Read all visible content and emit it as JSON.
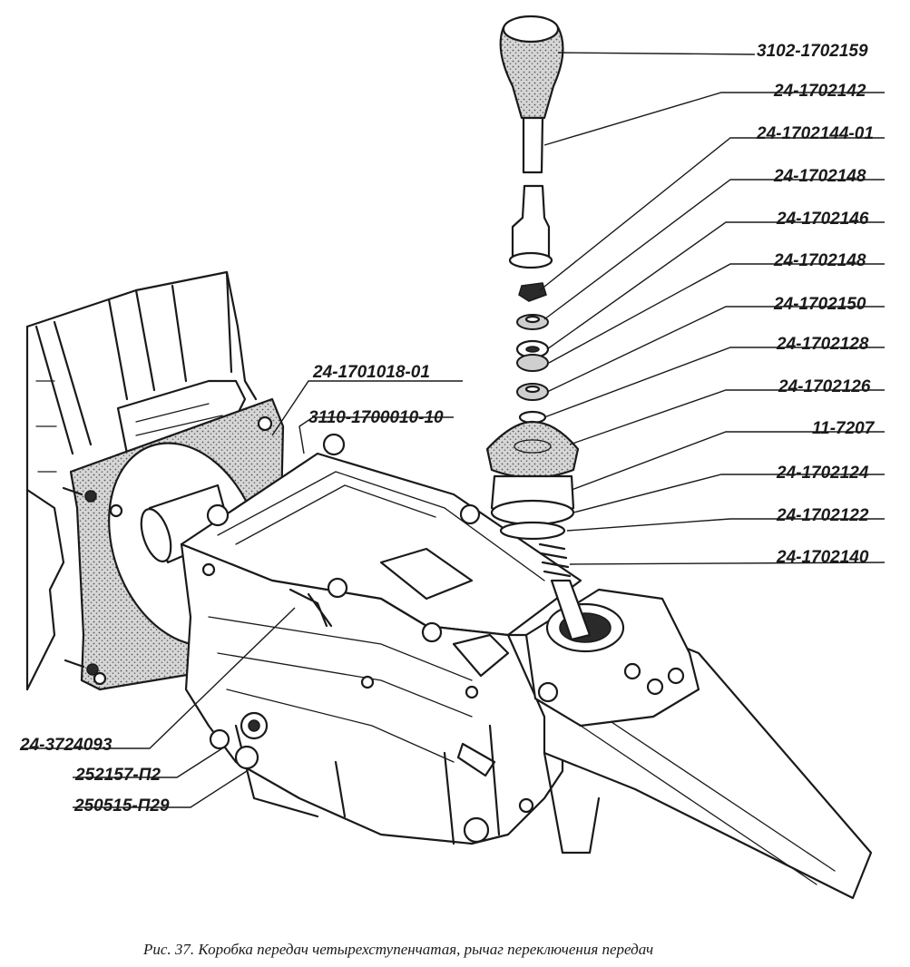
{
  "figure": {
    "caption": "Рис. 37. Коробка передач четырехступенчатая, рычаг переключения передач"
  },
  "labels": [
    {
      "id": "3102-1702159",
      "text": "3102-1702159"
    },
    {
      "id": "24-1702142",
      "text": "24-1702142"
    },
    {
      "id": "24-1702144-01",
      "text": "24-1702144-01"
    },
    {
      "id": "24-1702148-a",
      "text": "24-1702148"
    },
    {
      "id": "24-1702146",
      "text": "24-1702146"
    },
    {
      "id": "24-1702148-b",
      "text": "24-1702148"
    },
    {
      "id": "24-1702150",
      "text": "24-1702150"
    },
    {
      "id": "24-1702128",
      "text": "24-1702128"
    },
    {
      "id": "24-1702126",
      "text": "24-1702126"
    },
    {
      "id": "11-7207",
      "text": "11-7207"
    },
    {
      "id": "24-1702124",
      "text": "24-1702124"
    },
    {
      "id": "24-1702122",
      "text": "24-1702122"
    },
    {
      "id": "24-1702140",
      "text": "24-1702140"
    },
    {
      "id": "24-1701018-01",
      "text": "24-1701018-01"
    },
    {
      "id": "3110-1700010-10",
      "text": "3110-1700010-10"
    },
    {
      "id": "24-3724093",
      "text": "24-3724093"
    },
    {
      "id": "252157-П2",
      "text": "252157-П2"
    },
    {
      "id": "250515-П29",
      "text": "250515-П29"
    }
  ]
}
